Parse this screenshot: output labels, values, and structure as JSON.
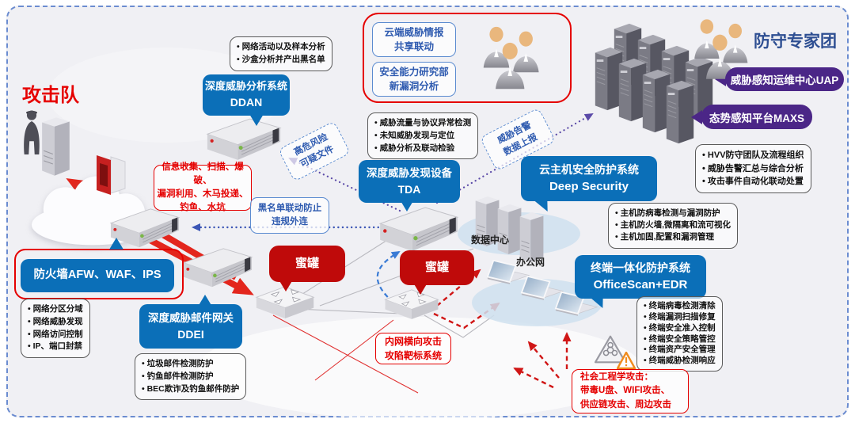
{
  "titles": {
    "attack_team": "攻击队",
    "defense_team": "防守专家团"
  },
  "systems": {
    "ddan": {
      "name": "深度威胁分析系统",
      "model": "DDAN"
    },
    "tda": {
      "name": "深度威胁发现设备",
      "model": "TDA"
    },
    "firewall": {
      "name": "防火墙AFW、WAF、IPS"
    },
    "ddei": {
      "name": "深度威胁邮件网关",
      "model": "DDEI"
    },
    "deep_security": {
      "name": "云主机安全防护系统",
      "model": "Deep Security"
    },
    "officescan": {
      "name": "终端一体化防护系统",
      "model": "OfficeScan+EDR"
    },
    "uap": {
      "name": "威胁感知运维中心UAP"
    },
    "maxs": {
      "name": "态势感知平台MAXS"
    },
    "honeypot_left": {
      "name": "蜜罐"
    },
    "honeypot_right": {
      "name": "蜜罐"
    }
  },
  "feature_notes": {
    "sandbox": {
      "items": [
        "网络活动以及样本分析",
        "沙盒分析并产出黑名单"
      ]
    },
    "tda": {
      "items": [
        "威胁流量与协议异常检测",
        "未知威胁发现与定位",
        "威胁分析及联动检验"
      ]
    },
    "hvv": {
      "items": [
        "HVV防守团队及流程组织",
        "威胁告警汇总与综合分析",
        "攻击事件自动化联动处置"
      ]
    },
    "host": {
      "items": [
        "主机防病毒检测与漏洞防护",
        "主机防火墙,微隔离和流可视化",
        "主机加固,配置和漏洞管理"
      ]
    },
    "network": {
      "items": [
        "网络分区分域",
        "网络威胁发现",
        "网络访问控制",
        "IP、端口封禁"
      ]
    },
    "mail": {
      "items": [
        "垃圾邮件检测防护",
        "钓鱼邮件检测防护",
        "BEC欺诈及钓鱼邮件防护"
      ]
    },
    "endpoint": {
      "items": [
        "终端病毒检测清除",
        "终端漏洞扫描修复",
        "终端安全准入控制",
        "终端安全策略管控",
        "终端资产安全管理",
        "终端威胁检测响应"
      ]
    }
  },
  "attack_notes": {
    "methods": {
      "l1": "信息收集、扫描、爆破、",
      "l2": "漏洞利用、木马投递、",
      "l3": "钓鱼、水坑"
    },
    "lateral": {
      "l1": "内网横向攻击",
      "l2": "攻陷靶标系统"
    },
    "social": {
      "l1": "社会工程学攻击：",
      "l2": "带毒U盘、WIFI攻击、",
      "l3": "供应链攻击、周边攻击"
    }
  },
  "link_labels": {
    "cloud_intel": {
      "l1": "云端威胁情报",
      "l2": "共享联动"
    },
    "research": {
      "l1": "安全能力研究部",
      "l2": "新漏洞分析"
    },
    "blacklist": {
      "l1": "黑名单联动防止",
      "l2": "违规外连"
    },
    "risk_file": {
      "l1": "高危风险",
      "l2": "可疑文件"
    },
    "alert_report": {
      "l1": "威胁告警",
      "l2": "数据上报"
    }
  },
  "zone_labels": {
    "datacenter": "数据中心",
    "office": "办公网"
  },
  "icons": {
    "attacker": "attacker-silhouette",
    "cloud": "internet-cloud",
    "breach_door": "breached-gate",
    "appliance": "security-appliance",
    "switch": "network-switch",
    "server_tower": "server-tower",
    "server_rack_cluster": "server-rack-cluster",
    "laptop": "laptop",
    "people_group": "people-group",
    "biohazard": "biohazard-triangle",
    "warning": "warning-triangle"
  },
  "colors": {
    "callout_blue": "#0b6fb8",
    "callout_red": "#bf0a0a",
    "alert_red": "#e50000",
    "badge_purple": "#4b2687",
    "frame_blue": "#6b8cd0",
    "link_blue": "#2f5bb0",
    "arrow_red": "#e3261d",
    "arrow_purple": "#5b4aa8"
  }
}
